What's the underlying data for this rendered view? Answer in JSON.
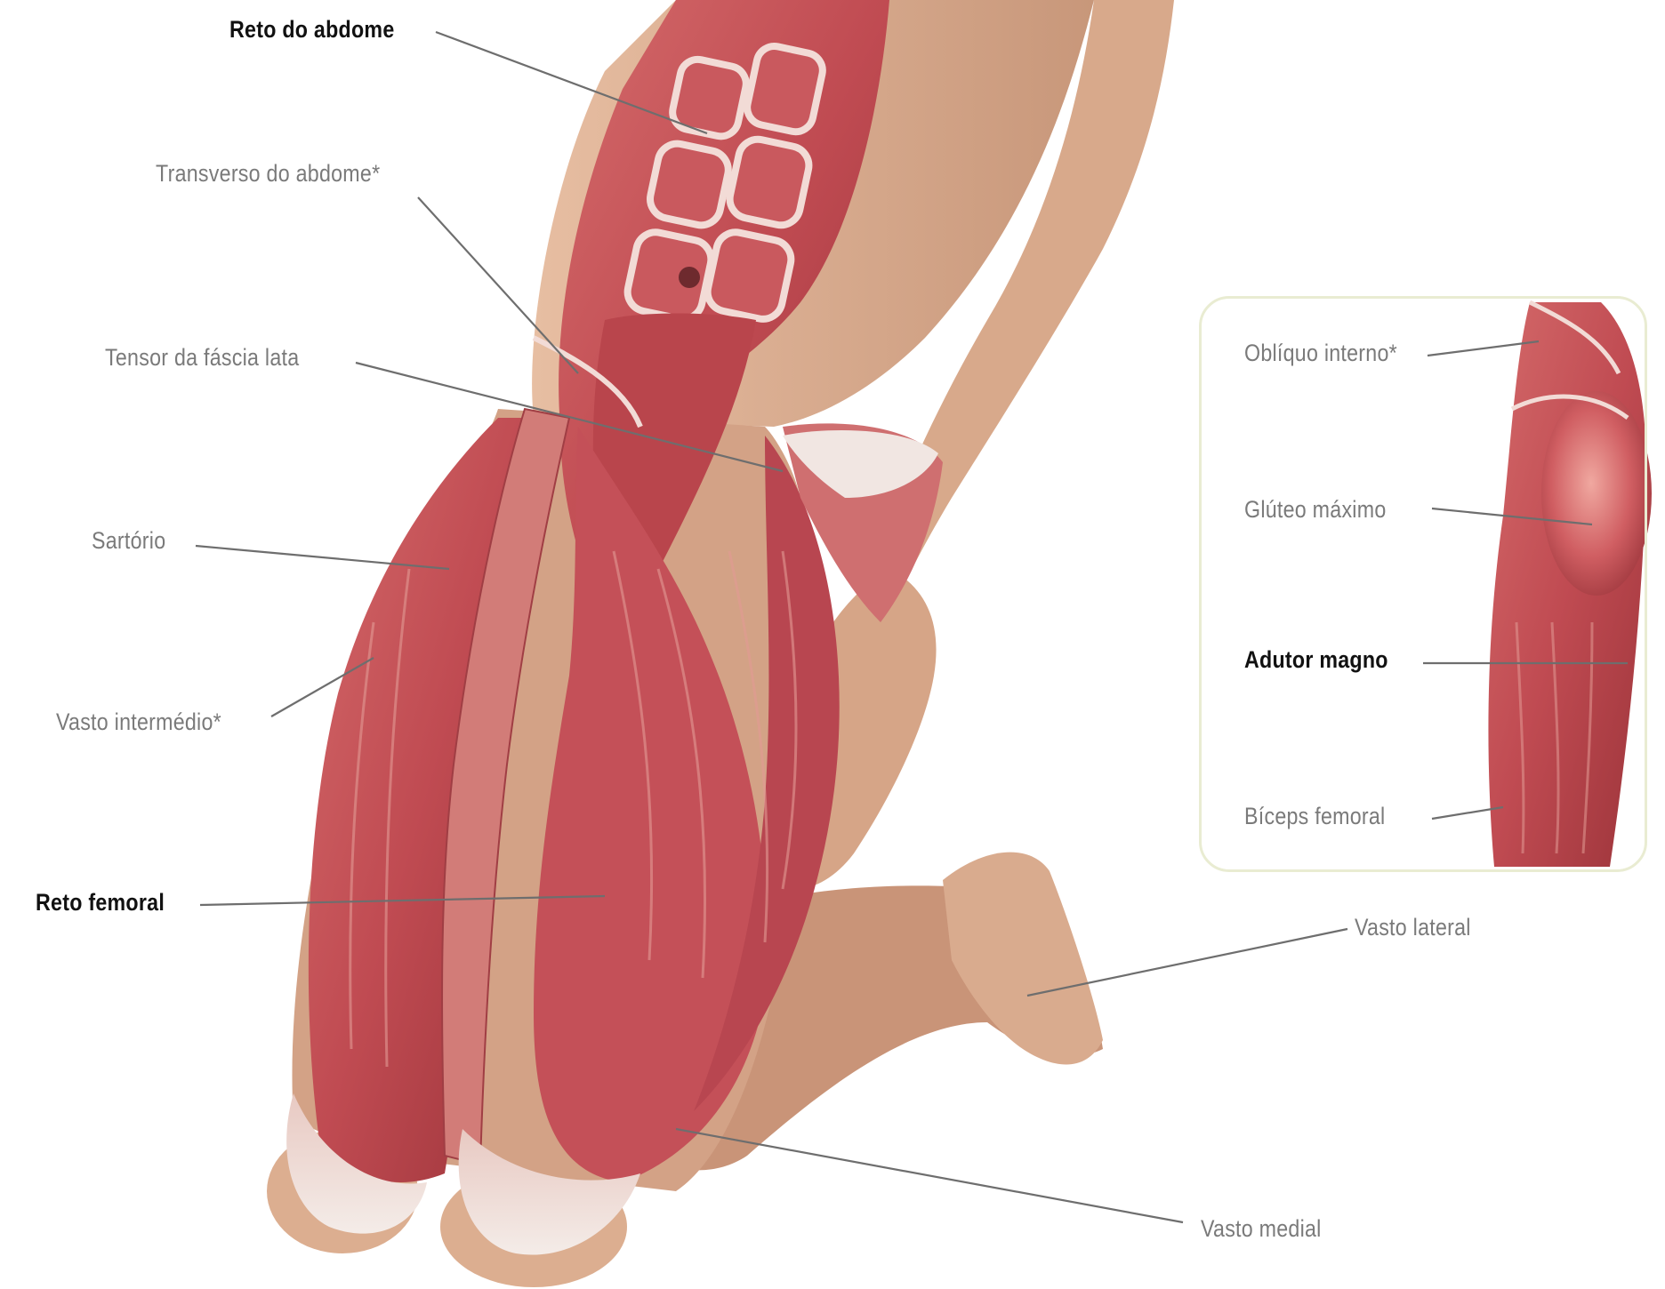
{
  "labels": {
    "reto_do_abdome": "Reto do abdome",
    "transverso_do_abdome": "Transverso do abdome*",
    "tensor_da_fascia_lata": "Tensor da fáscia lata",
    "sartorio": "Sartório",
    "vasto_intermedio": "Vasto intermédio*",
    "reto_femoral": "Reto femoral",
    "obliquo_interno": "Oblíquo interno*",
    "gluteo_maximo": "Glúteo máximo",
    "adutor_magno": "Adutor magno",
    "biceps_femoral": "Bíceps femoral",
    "vasto_lateral": "Vasto lateral",
    "vasto_medial": "Vasto medial"
  },
  "colors": {
    "muscle": "#c2545a",
    "muscle_dark": "#8f2b31",
    "muscle_light": "#dc8a86",
    "skin": "#dcae90",
    "skin_shadow": "#b98a6c",
    "tendon": "#eee3dd",
    "leader_line": "#6e6e6e",
    "inset_border": "#e9ecd2"
  }
}
